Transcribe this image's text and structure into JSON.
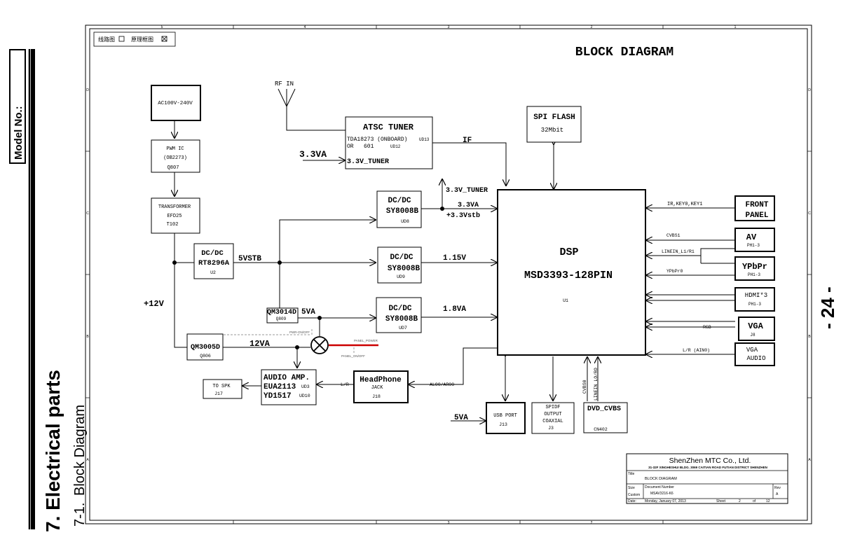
{
  "side": {
    "model_no": "Model No.:",
    "section": "7. Electrical parts",
    "subsection_num": "7-1.",
    "subsection": "Block Diagram",
    "page_number": "- 24 -"
  },
  "frame": {
    "cols": [
      "5",
      "4",
      "3",
      "2",
      "1"
    ],
    "rows": [
      "D",
      "C",
      "B",
      "A"
    ]
  },
  "legend": {
    "item1": "线路图",
    "item2": "原理框图"
  },
  "title": "BLOCK DIAGRAM",
  "blocks": {
    "ac": "AC100V-240V",
    "pwm": {
      "l1": "PWM IC",
      "l2": "(OB2273)",
      "ref": "Q807"
    },
    "transformer": {
      "l1": "TRANSFORMER",
      "l2": "EFD25",
      "ref": "T102"
    },
    "rt8296": {
      "l1": "DC/DC",
      "l2": "RT8296A",
      "ref": "U2"
    },
    "qm3005": {
      "l1": "QM3005D",
      "ref": "Q806"
    },
    "qm3014": {
      "l1": "QM3014D",
      "ref": "Q809"
    },
    "tuner": {
      "title": "ATSC TUNER",
      "l1": "TDA18273 (ONBOARD)",
      "ref1": "UD13",
      "l2": "OR   601",
      "ref2": "UD12",
      "l3": "3.3V_TUNER"
    },
    "spi": {
      "l1": "SPI FLASH",
      "l2": "32Mbit"
    },
    "ud8": {
      "l1": "DC/DC",
      "l2": "SY8008B",
      "ref": "UD8"
    },
    "ud9": {
      "l1": "DC/DC",
      "l2": "SY8008B",
      "ref": "UD9"
    },
    "ud7": {
      "l1": "DC/DC",
      "l2": "SY8008B",
      "ref": "UD7"
    },
    "dsp": {
      "l1": "DSP",
      "l2": "MSD3393-128PIN",
      "ref": "U1"
    },
    "audio": {
      "l1": "AUDIO AMP.",
      "l2": "EUA2113",
      "ref1": "UD3",
      "l3": "YD1517",
      "ref2": "UD10"
    },
    "spk": {
      "l1": "TO SPK",
      "ref": "J17"
    },
    "headphone": {
      "l1": "HeadPhone",
      "l2": "JACK",
      "ref": "J18"
    },
    "usb": {
      "l1": "USB PORT",
      "ref": "J13"
    },
    "spdif": {
      "l1": "SPIDF",
      "l2": "OUTPUT",
      "l3": "COAXIAL",
      "ref": "J3"
    },
    "dvd": {
      "l1": "DVD_CVBS",
      "ref": "CN402"
    },
    "front": {
      "l1": "FRONT",
      "l2": "PANEL"
    },
    "av": {
      "l1": "AV",
      "ref": "PH1-3"
    },
    "ypbpr": {
      "l1": "YPbPr",
      "ref": "PH1-3"
    },
    "hdmi": {
      "l1": "HDMI*3",
      "ref": "PH1-3"
    },
    "vga": {
      "l1": "VGA",
      "ref": "J8"
    },
    "vgaaudio": {
      "l1": "VGA",
      "l2": "AUDIO"
    }
  },
  "signals": {
    "rf_in": "RF IN",
    "v33a_tuner": "3.3VA",
    "if": "IF",
    "v33_tuner": "3.3V_TUNER",
    "v33a": "3.3VA",
    "v33stb": "+3.3Vstb",
    "v115": "1.15V",
    "v18a": "1.8VA",
    "v5vstb": "5VSTB",
    "v12": "+12V",
    "v5va": "5VA",
    "v12va": "12VA",
    "pwr_onoff": "PWR-ON/OFF",
    "panel_power": "PANEL_POWER",
    "panel_onoff": "PANEL_ON/OFF",
    "ir_key": "IR,KEY0,KEY1",
    "cvbs1": "CVBS1",
    "linein_l1": "LINEIN_L1/R1",
    "ypbpr0": "YPbPr0",
    "rgb": "RGB",
    "lr_ain0": "L/R (AIN0)",
    "aloo": "ALOO/AROO",
    "lr": "L/R",
    "usb_5va": "5VA",
    "cvbs0": "CVBS0",
    "linein_lo": "LINEIN_LO/RO"
  },
  "titleblock": {
    "company": "ShenZhen MTC Co., Ltd.",
    "address": "31-32F XINGHESHUI BLDG. 3069 CAITIAN ROAD FUTIAN DISTRICT SHENZHEN",
    "title_label": "Title",
    "title_value": "BLOCK DIAGRAM",
    "size_label": "Size",
    "size_value": "Custom",
    "docnum_label": "Document Number",
    "docnum_value": "MSAV3216-K6",
    "rev_label": "Rev",
    "rev_value": "A",
    "date_label": "Date:",
    "date_value": "Monday, January 07, 2013",
    "sheet_label": "Sheet",
    "sheet_value": "2",
    "of_label": "of",
    "of_value": "12"
  }
}
